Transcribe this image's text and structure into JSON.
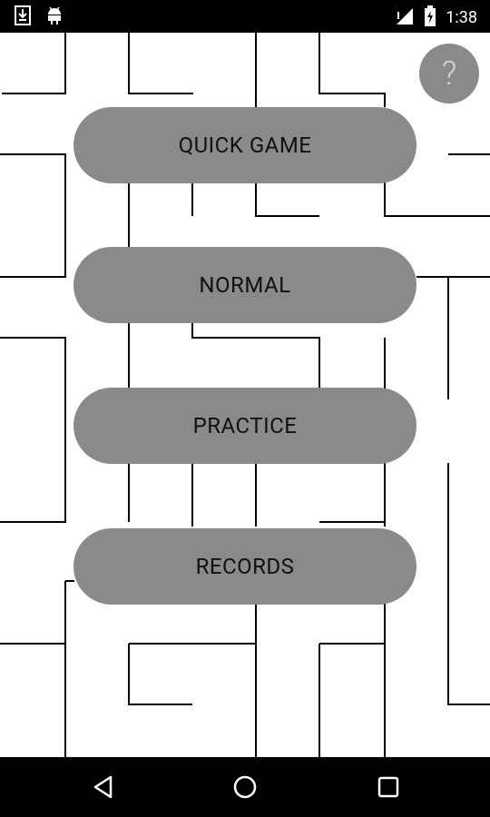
{
  "status_bar": {
    "time": "1:38",
    "left_icons": [
      "download-icon",
      "android-icon"
    ],
    "right_icons": [
      "signal-icon",
      "battery-charging-icon"
    ]
  },
  "help_button": {
    "label": "?"
  },
  "menu": {
    "quick_game": "QUICK GAME",
    "normal": "NORMAL",
    "practice": "PRACTICE",
    "records": "RECORDS"
  },
  "nav_bar": {
    "buttons": [
      "back-icon",
      "home-icon",
      "recents-icon"
    ]
  },
  "colors": {
    "background": "#ffffff",
    "button_fill": "#8a8a8a",
    "maze_lines": "#000000",
    "bars": "#000000"
  }
}
